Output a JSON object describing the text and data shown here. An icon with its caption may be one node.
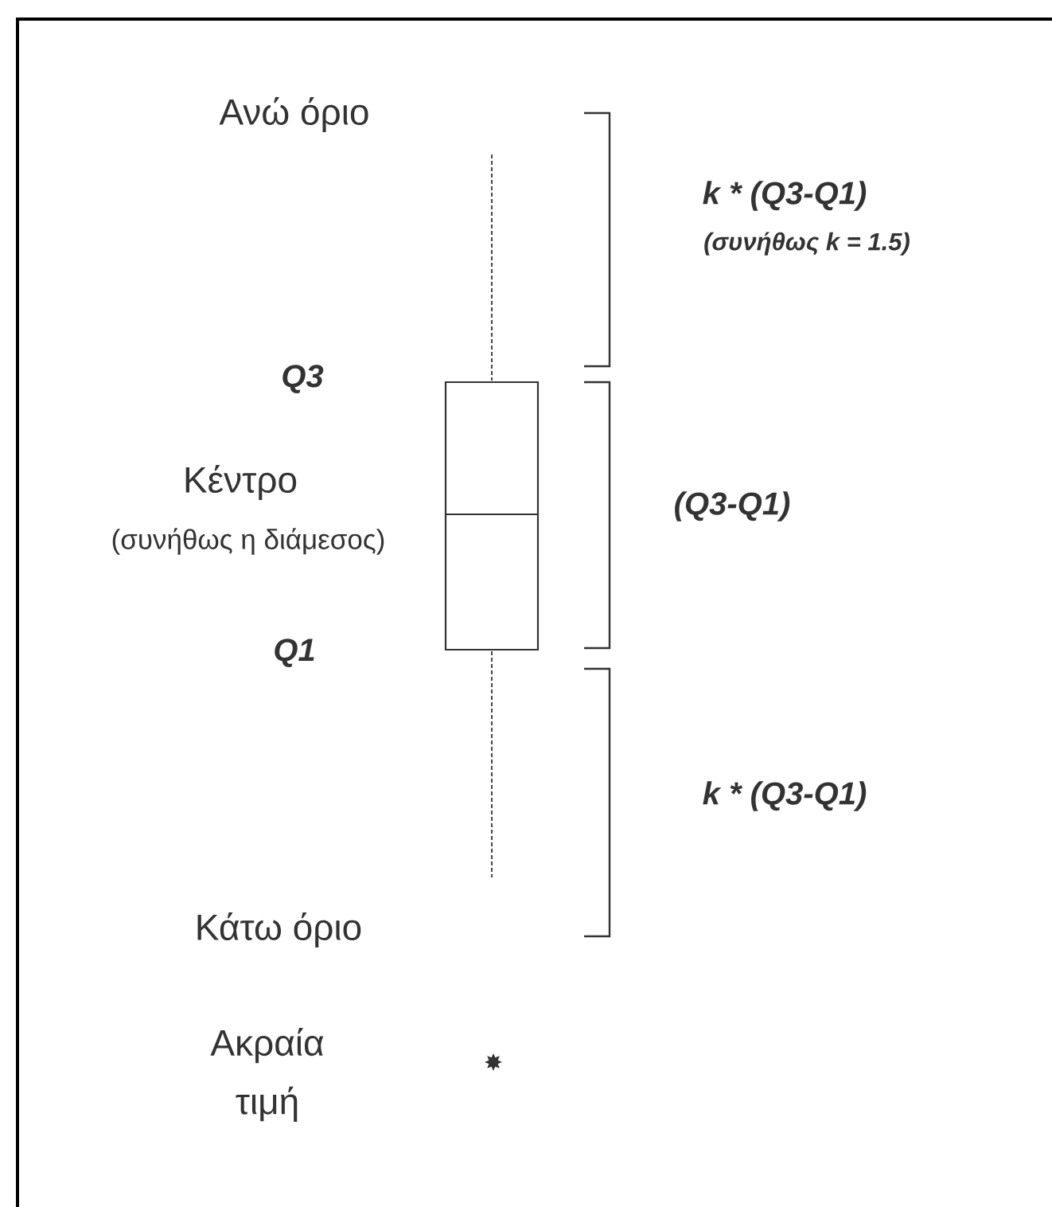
{
  "diagram": {
    "labels": [
      "Ανώ όριο",
      "k * (Q3-Q1)",
      "(συνήθως k = 1.5)",
      "Q3",
      "Κέντρο",
      "(συνήθως η διάμεσος)",
      "(Q3-Q1)",
      "Q1",
      "k * (Q3-Q1)",
      "Κάτω όριο",
      "Ακραία τιμή"
    ]
  }
}
